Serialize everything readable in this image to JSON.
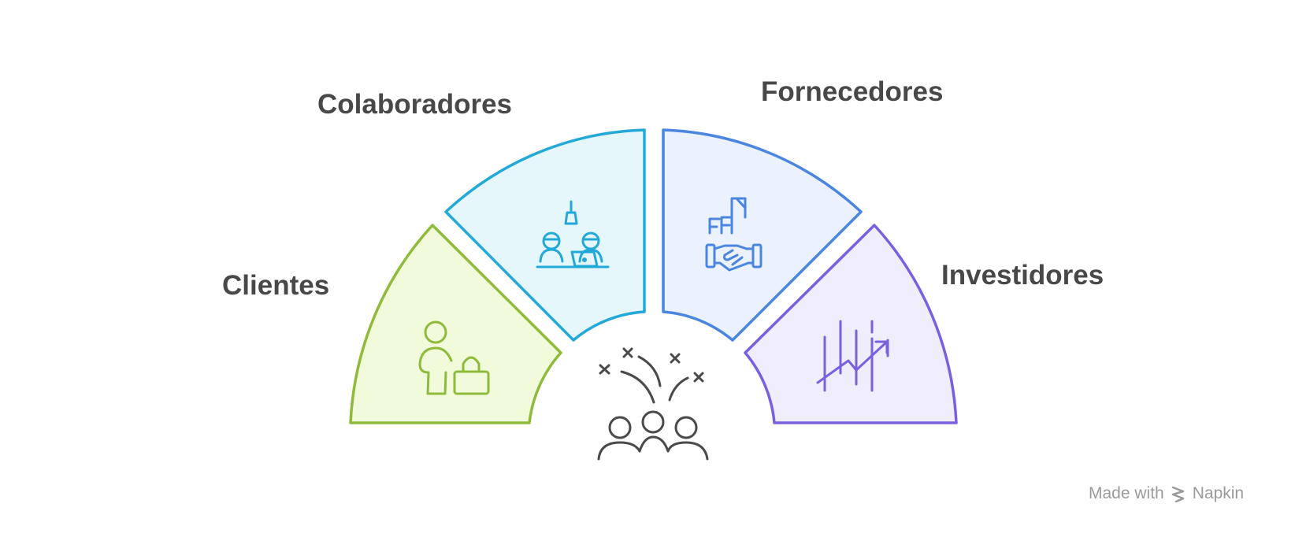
{
  "segments": [
    {
      "id": "clientes",
      "label": "Clientes",
      "icon": "shopper-with-bag-icon",
      "stroke": "#8fbb3a",
      "fill": "#f1fbdc"
    },
    {
      "id": "colaboradores",
      "label": "Colaboradores",
      "icon": "team-meeting-icon",
      "stroke": "#22a9d8",
      "fill": "#e6f7fc"
    },
    {
      "id": "fornecedores",
      "label": "Fornecedores",
      "icon": "handshake-buildings-icon",
      "stroke": "#4a86e0",
      "fill": "#ebf2fd"
    },
    {
      "id": "investidores",
      "label": "Investidores",
      "icon": "growth-chart-icon",
      "stroke": "#7a60e0",
      "fill": "#f0edfc"
    }
  ],
  "center": {
    "icon": "celebrating-group-icon",
    "color": "#4a4a4a"
  },
  "watermark": {
    "prefix": "Made with",
    "brand": "Napkin",
    "icon": "napkin-logo-icon"
  }
}
